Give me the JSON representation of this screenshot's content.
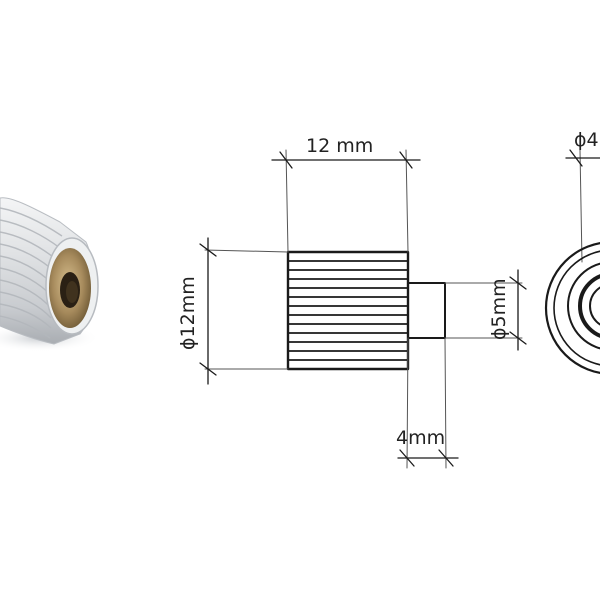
{
  "photo": {
    "subject": "knurled-knob-photo",
    "colors": {
      "body": "#e4e6e8",
      "shadow": "#9da3a8",
      "insert": "#a68a5c",
      "hole": "#2a2014"
    }
  },
  "drawing": {
    "ink_color": "#1a1a1a",
    "labels": {
      "length": "12 mm",
      "outer_diameter": "ϕ12mm",
      "shaft_diameter": "ϕ5mm",
      "shaft_length": "4mm",
      "end_view_diameter": "ϕ4"
    }
  }
}
